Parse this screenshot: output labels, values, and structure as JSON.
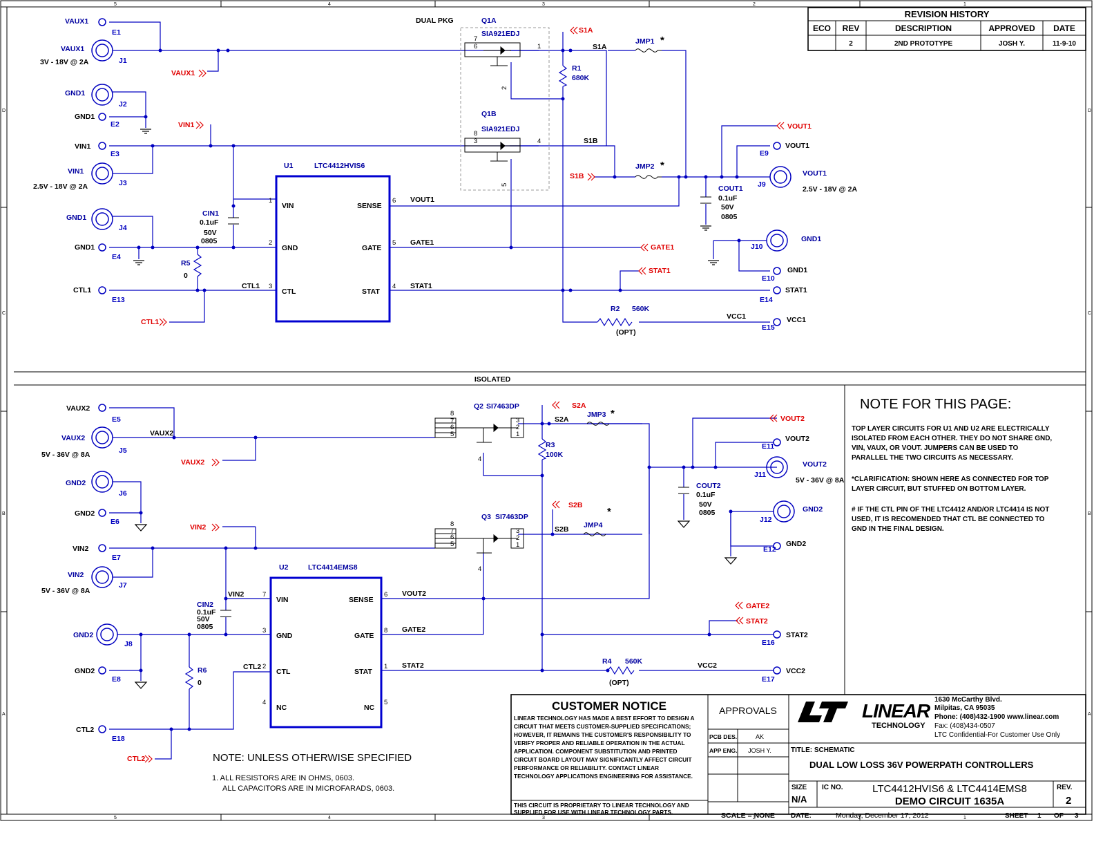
{
  "border": {
    "top_numbers": [
      "5",
      "4",
      "3",
      "2",
      "1"
    ],
    "side_letters": [
      "D",
      "C",
      "B",
      "A"
    ]
  },
  "revision": {
    "title": "REVISION HISTORY",
    "headers": [
      "ECO",
      "REV",
      "DESCRIPTION",
      "APPROVED",
      "DATE"
    ],
    "row": [
      "",
      "2",
      "2ND PROTOTYPE",
      "JOSH Y.",
      "11-9-10"
    ]
  },
  "top": {
    "vaux1": "VAUX1",
    "e1": "E1",
    "j1": "J1",
    "vaux1_rating": "3V - 18V @ 2A",
    "vaux1_tag": "VAUX1",
    "gnd1": "GND1",
    "j2": "J2",
    "e2": "E2",
    "vin1_tag": "VIN1",
    "vin1": "VIN1",
    "e3": "E3",
    "j3": "J3",
    "vin1_rating": "2.5V - 18V @ 2A",
    "j4": "J4",
    "e4": "E4",
    "ctl1": "CTL1",
    "e13": "E13",
    "ctl1_tag": "CTL1",
    "cin1": [
      "CIN1",
      "0.1uF",
      "50V",
      "0805"
    ],
    "r5": [
      "R5",
      "0"
    ],
    "dual_pkg": "DUAL PKG",
    "q1a": "Q1A",
    "q1b": "Q1B",
    "q1_part": "SIA921EDJ",
    "u1": "U1",
    "u1_part": "LTC4412HVIS6",
    "u1_left_pins": [
      [
        "1",
        "VIN"
      ],
      [
        "2",
        "GND"
      ],
      [
        "3",
        "CTL"
      ]
    ],
    "u1_right_pins": [
      [
        "6",
        "SENSE"
      ],
      [
        "5",
        "GATE"
      ],
      [
        "4",
        "STAT"
      ]
    ],
    "ctl1_net": "CTL1",
    "s1a_tag": "S1A",
    "s1a": "S1A",
    "s1b_tag": "S1B",
    "s1b": "S1B",
    "jmp1": "JMP1",
    "jmp2": "JMP2",
    "star": "*",
    "r1": [
      "R1",
      "680K"
    ],
    "vout1_net": "VOUT1",
    "gate1_net": "GATE1",
    "stat1_net": "STAT1",
    "gate1_tag": "GATE1",
    "stat1_tag": "STAT1",
    "r2": [
      "R2",
      "560K",
      "(OPT)"
    ],
    "vcc1_net": "VCC1",
    "vout1_tag": "VOUT1",
    "e9": "E9",
    "vout1": "VOUT1",
    "j9": "J9",
    "vout1_rating": "2.5V - 18V @ 2A",
    "cout1": [
      "COUT1",
      "0.1uF",
      "50V",
      "0805"
    ],
    "j10": "J10",
    "e10": "E10",
    "e14": "E14",
    "stat1": "STAT1",
    "e15": "E15",
    "vcc1": "VCC1",
    "pin_nums": [
      "7",
      "6",
      "1",
      "2",
      "8",
      "3",
      "4",
      "5"
    ]
  },
  "isolated": "ISOLATED",
  "bottom": {
    "vaux2": "VAUX2",
    "e5": "E5",
    "j5": "J5",
    "vaux2_rating": "5V - 36V @ 8A",
    "vaux2_tag": "VAUX2",
    "vaux2_net": "VAUX2",
    "gnd2": "GND2",
    "j6": "J6",
    "e6": "E6",
    "vin2_tag": "VIN2",
    "vin2": "VIN2",
    "e7": "E7",
    "j7": "J7",
    "vin2_rating": "5V - 36V @ 8A",
    "j8": "J8",
    "e8": "E8",
    "ctl2": "CTL2",
    "e18": "E18",
    "ctl2_tag": "CTL2",
    "cin2": [
      "CIN2",
      "0.1uF",
      "50V",
      "0805"
    ],
    "r6": [
      "R6",
      "0"
    ],
    "q2": "Q2",
    "q3": "Q3",
    "q_part": "SI7463DP",
    "q_pins": [
      "8",
      "7",
      "6",
      "5",
      "3",
      "2",
      "1",
      "4"
    ],
    "u2": "U2",
    "u2_part": "LTC4414EMS8",
    "u2_left_pins": [
      [
        "7",
        "VIN"
      ],
      [
        "3",
        "GND"
      ],
      [
        "2",
        "CTL"
      ],
      [
        "4",
        "NC"
      ]
    ],
    "u2_right_pins": [
      [
        "6",
        "SENSE"
      ],
      [
        "8",
        "GATE"
      ],
      [
        "1",
        "STAT"
      ],
      [
        "5",
        "NC"
      ]
    ],
    "vin2_net": "VIN2",
    "ctl2_net": "CTL2",
    "s2a_tag": "S2A",
    "s2a": "S2A",
    "s2b_tag": "S2B",
    "s2b": "S2B",
    "jmp3": "JMP3",
    "jmp4": "JMP4",
    "r3": [
      "R3",
      "100K"
    ],
    "vout2_net": "VOUT2",
    "gate2_net": "GATE2",
    "stat2_net": "STAT2",
    "gate2_tag": "GATE2",
    "stat2_tag": "STAT2",
    "r4": [
      "R4",
      "560K",
      "(OPT)"
    ],
    "vcc2_net": "VCC2",
    "vout2_tag": "VOUT2",
    "e11": "E11",
    "vout2": "VOUT2",
    "j11": "J11",
    "vout2_rating": "5V - 36V @ 8A",
    "cout2": [
      "COUT2",
      "0.1uF",
      "50V",
      "0805"
    ],
    "j12": "J12",
    "e12": "E12",
    "e16": "E16",
    "stat2": "STAT2",
    "e17": "E17",
    "vcc2": "VCC2"
  },
  "page_note": {
    "title": "NOTE FOR THIS PAGE:",
    "lines": [
      "TOP LAYER CIRCUITS FOR U1 AND U2 ARE ELECTRICALLY",
      "ISOLATED FROM EACH OTHER. THEY DO NOT SHARE GND,",
      "VIN, VAUX, OR VOUT. JUMPERS CAN BE USED TO",
      "PARALLEL THE TWO CIRCUITS AS NECESSARY.",
      "",
      "*CLARIFICATION: SHOWN HERE AS CONNECTED FOR TOP",
      "LAYER CIRCUIT, BUT STUFFED ON BOTTOM LAYER.",
      "",
      "# IF THE CTL PIN OF THE LTC4412 AND/OR LTC4414 IS NOT",
      "USED, IT IS RECOMENDED THAT CTL BE CONNECTED TO",
      "GND IN THE FINAL DESIGN."
    ]
  },
  "notes": {
    "title": "NOTE: UNLESS OTHERWISE SPECIFIED",
    "lines": [
      "1.  ALL RESISTORS ARE IN OHMS, 0603.",
      "ALL CAPACITORS ARE IN MICROFARADS, 0603."
    ]
  },
  "title_block": {
    "customer_notice": "CUSTOMER NOTICE",
    "notice_lines": [
      "LINEAR TECHNOLOGY HAS MADE A BEST EFFORT TO DESIGN A",
      "CIRCUIT THAT MEETS CUSTOMER-SUPPLIED SPECIFICATIONS;",
      "HOWEVER, IT REMAINS THE CUSTOMER'S RESPONSIBILITY TO",
      "VERIFY PROPER AND RELIABLE OPERATION IN THE ACTUAL",
      "APPLICATION.  COMPONENT SUBSTITUTION AND PRINTED",
      "CIRCUIT BOARD LAYOUT MAY SIGNIFICANTLY AFFECT CIRCUIT",
      "PERFORMANCE OR RELIABILITY.  CONTACT LINEAR",
      "TECHNOLOGY APPLICATIONS ENGINEERING FOR ASSISTANCE."
    ],
    "proprietary": [
      "THIS CIRCUIT IS PROPRIETARY TO LINEAR TECHNOLOGY AND",
      "SUPPLIED FOR USE WITH LINEAR TECHNOLOGY PARTS."
    ],
    "approvals": "APPROVALS",
    "pcb_des": "PCB DES.",
    "pcb_des_val": "AK",
    "app_eng": "APP ENG.",
    "app_eng_val": "JOSH Y.",
    "scale": "SCALE = NONE",
    "logo_text": "LINEAR",
    "logo_sub": "TECHNOLOGY",
    "address": [
      "1630 McCarthy Blvd.",
      "Milpitas, CA 95035",
      "Phone: (408)432-1900   www.linear.com",
      "Fax: (408)434-0507",
      "LTC Confidential-For Customer Use Only"
    ],
    "title_label": "TITLE:  SCHEMATIC",
    "title": "DUAL LOW LOSS 36V POWERPATH CONTROLLERS",
    "size_label": "SIZE",
    "size": "N/A",
    "ic_no_label": "IC NO.",
    "ic_no": "LTC4412HVIS6 & LTC4414EMS8",
    "demo": "DEMO CIRCUIT 1635A",
    "rev_label": "REV.",
    "rev": "2",
    "date_label": "DATE:",
    "date": "Monday, December 17, 2012",
    "sheet_label": "SHEET",
    "sheet": "1",
    "of_label": "OF",
    "of": "3"
  }
}
